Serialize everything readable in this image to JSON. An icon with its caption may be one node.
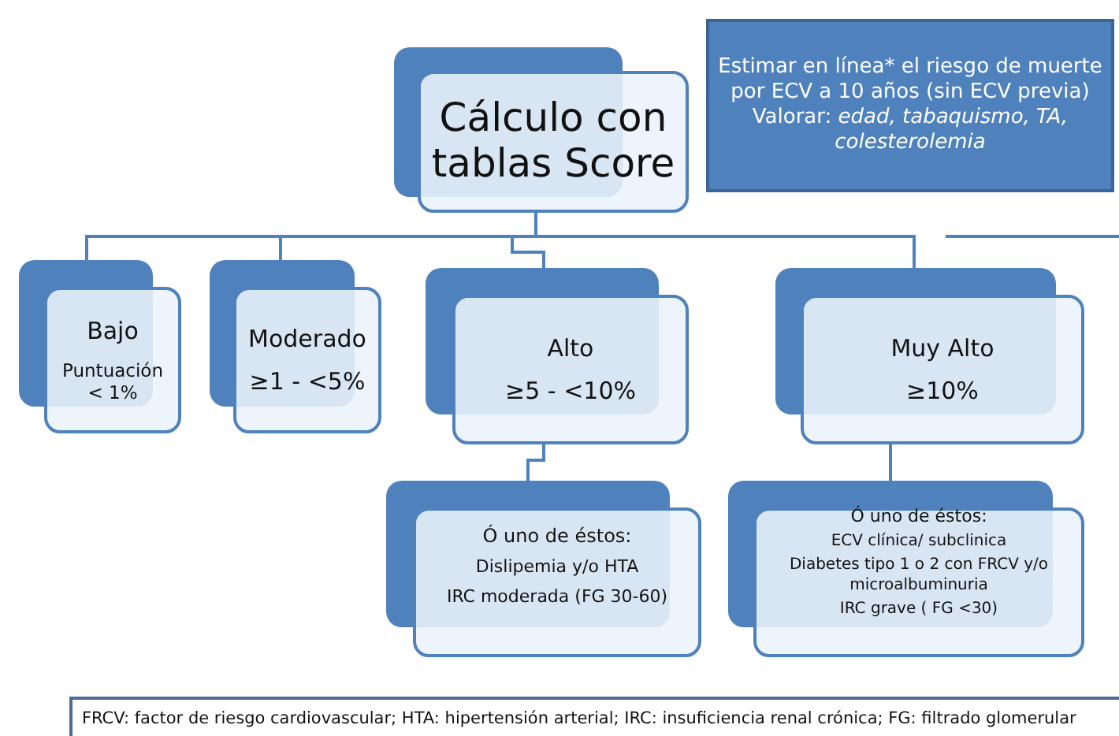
{
  "diagram": {
    "nodes": [
      {
        "text": [
          "Cálculo con tablas Score"
        ]
      },
      {
        "text": [
          "Estimar en línea* el riesgo de muerte por ECV a 10 años (sin ECV previa)",
          "Valorar: *edad, tabaquismo, TA, colesterolemia*"
        ]
      },
      {
        "text": [
          "Bajo",
          "Puntuación < 1%"
        ]
      },
      {
        "text": [
          "Moderado",
          "≥1 - <5%"
        ]
      },
      {
        "text": [
          "Alto",
          "≥5 - <10%"
        ]
      },
      {
        "text": [
          "Muy Alto",
          "≥10%"
        ]
      },
      {
        "text": [
          "Ó uno de éstos:",
          "Dislipemia y/o HTA",
          "IRC moderada (FG 30-60)"
        ]
      },
      {
        "text": [
          "Ó uno de éstos:",
          "ECV clínica/ subclinica",
          "Diabetes tipo 1 o 2 con FRCV y/o microalbuminuria",
          "IRC grave ( FG <30)"
        ]
      }
    ],
    "edges": [
      {
        "from": 0,
        "to": 2,
        "arrow": "none"
      },
      {
        "from": 0,
        "to": 3,
        "arrow": "none"
      },
      {
        "from": 0,
        "to": 4,
        "arrow": "none"
      },
      {
        "from": 0,
        "to": 5,
        "arrow": "none"
      },
      {
        "from": 4,
        "to": 6,
        "arrow": "none"
      },
      {
        "from": 5,
        "to": 7,
        "arrow": "none"
      }
    ],
    "labels": [
      "FRCV: factor de riesgo cardiovascular; HTA: hipertensión arterial; IRC: insuficiencia renal crónica; FG: filtrado glomerular"
    ]
  }
}
